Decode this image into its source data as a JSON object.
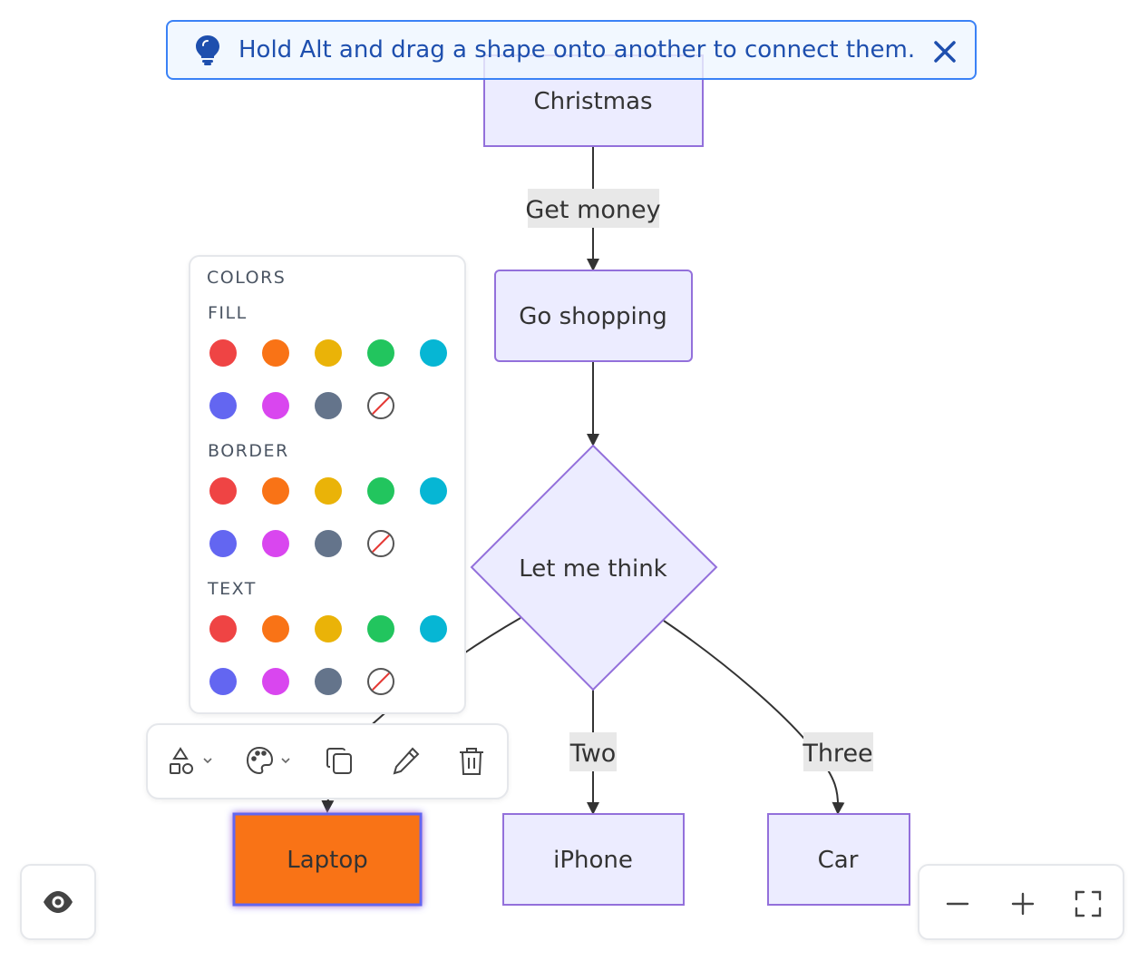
{
  "tip": {
    "text": "Hold Alt and drag a shape onto another to connect them."
  },
  "diagram": {
    "nodes": {
      "christmas": "Christmas",
      "shopping": "Go shopping",
      "think": "Let me think",
      "laptop": "Laptop",
      "iphone": "iPhone",
      "car": "Car"
    },
    "edges": {
      "get_money": "Get money",
      "two": "Two",
      "three": "Three"
    },
    "colors": {
      "node_fill": "#ECECFF",
      "node_stroke": "#9370DB",
      "selected_fill": "#F97316",
      "selected_glow": "#6366F1",
      "edge_label_bg": "#E8E8E8"
    }
  },
  "color_panel": {
    "title": "COLORS",
    "sections": [
      "FILL",
      "BORDER",
      "TEXT"
    ],
    "swatches": [
      "#EF4444",
      "#F97316",
      "#EAB308",
      "#22C55E",
      "#06B6D4",
      "#6366F1",
      "#D946EF",
      "#64748B",
      "none"
    ]
  },
  "toolbar": {
    "icons": [
      "shapes-icon",
      "palette-icon",
      "duplicate-icon",
      "edit-icon",
      "delete-icon"
    ]
  },
  "view_controls": {
    "icons": [
      "eye-icon"
    ]
  },
  "zoom_controls": {
    "icons": [
      "zoom-out-icon",
      "zoom-in-icon",
      "fit-screen-icon"
    ]
  }
}
